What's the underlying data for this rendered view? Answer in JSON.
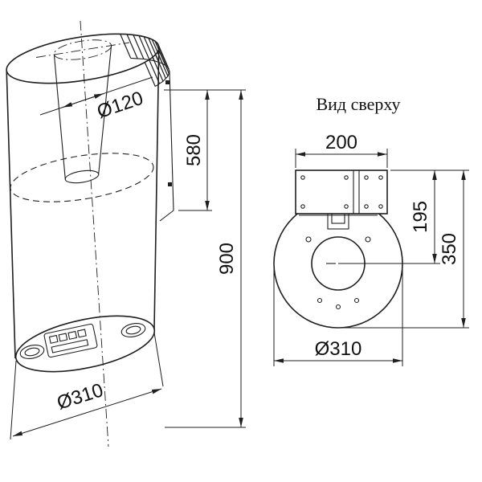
{
  "drawing": {
    "side_view": {
      "dim_duct_diameter": "Ø120",
      "dim_upper_section_height": "580",
      "dim_total_height": "900",
      "dim_body_diameter": "Ø310"
    },
    "top_view": {
      "title": "Вид сверху",
      "dim_plate_width": "200",
      "dim_plate_to_center": "195",
      "dim_total_depth": "350",
      "dim_body_diameter": "Ø310"
    },
    "colors": {
      "line": "#1f1f1f",
      "background": "#ffffff"
    }
  }
}
